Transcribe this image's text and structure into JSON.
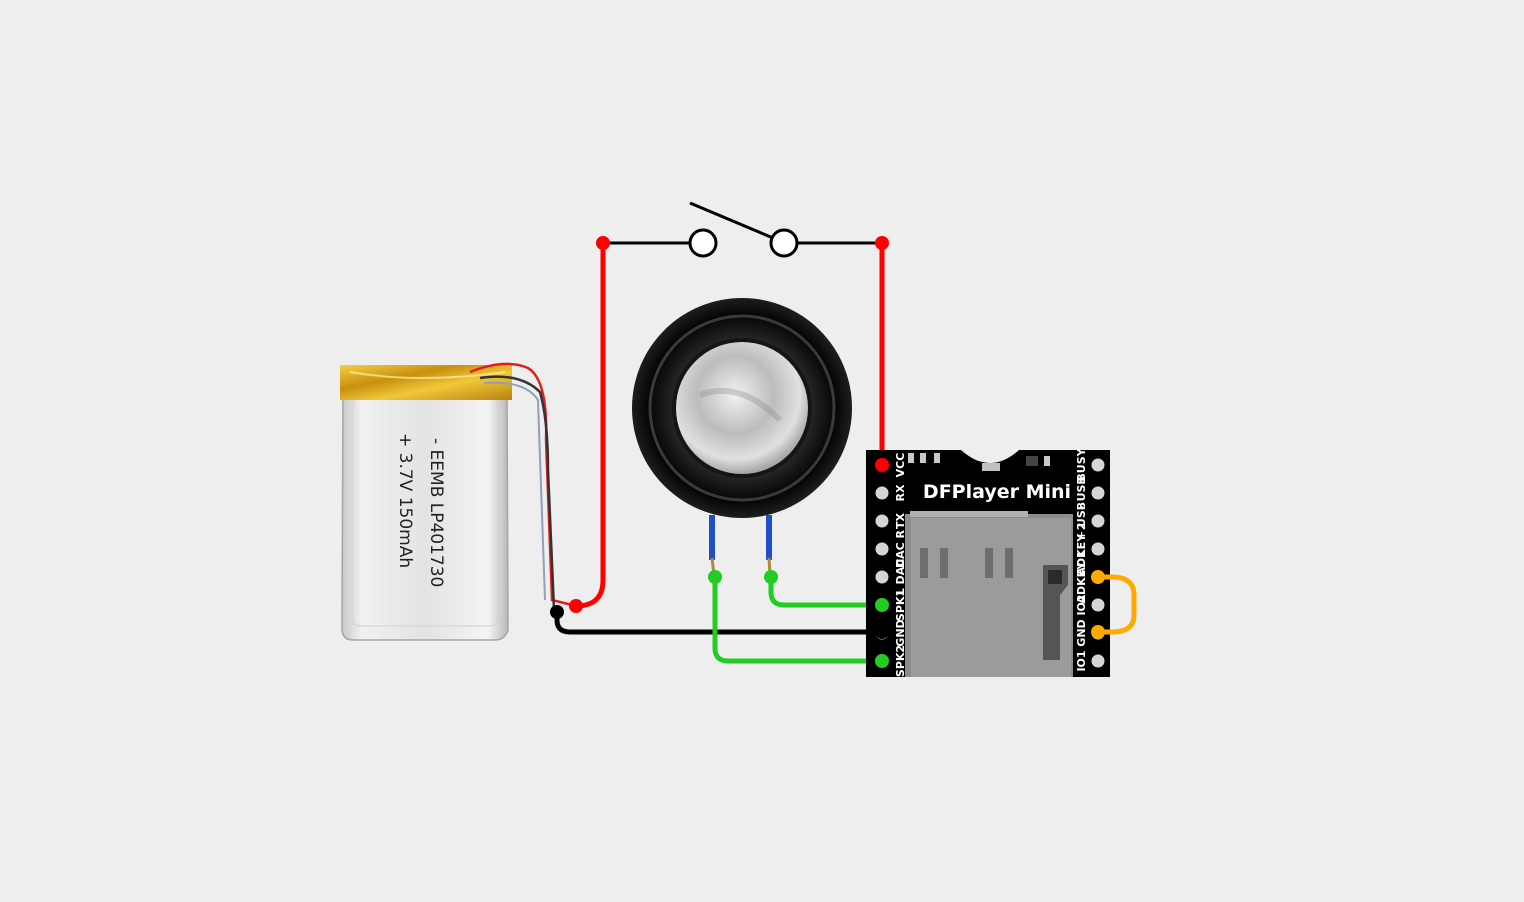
{
  "battery": {
    "line1": "- EEMB LP401730",
    "line2": "+ 3.7V 150mAh"
  },
  "module": {
    "title": "DFPlayer Mini",
    "left_pins": [
      "VCC",
      "RX",
      "TX",
      "DAC R",
      "L DAC",
      "SPK1",
      "GND",
      "SPK2"
    ],
    "right_pins": [
      "BUSY",
      "- USB",
      "+ USB",
      "ADKEY 2",
      "ADKEY 1",
      "IO2",
      "GND",
      "IO1"
    ]
  },
  "colors": {
    "background": "#eeeeee",
    "power_wire": "#ff0000",
    "ground_wire": "#000000",
    "speaker_wire": "#22cc22",
    "adkey_jumper": "#ffaa00",
    "speaker_lead": "#1f4fc8",
    "battery_tape": "#d8a820",
    "module_board": "#000000"
  },
  "icons": {
    "switch": "spst-switch-icon",
    "speaker": "speaker-icon",
    "battery": "lipo-battery-icon",
    "sd_slot": "microsd-slot-icon"
  }
}
